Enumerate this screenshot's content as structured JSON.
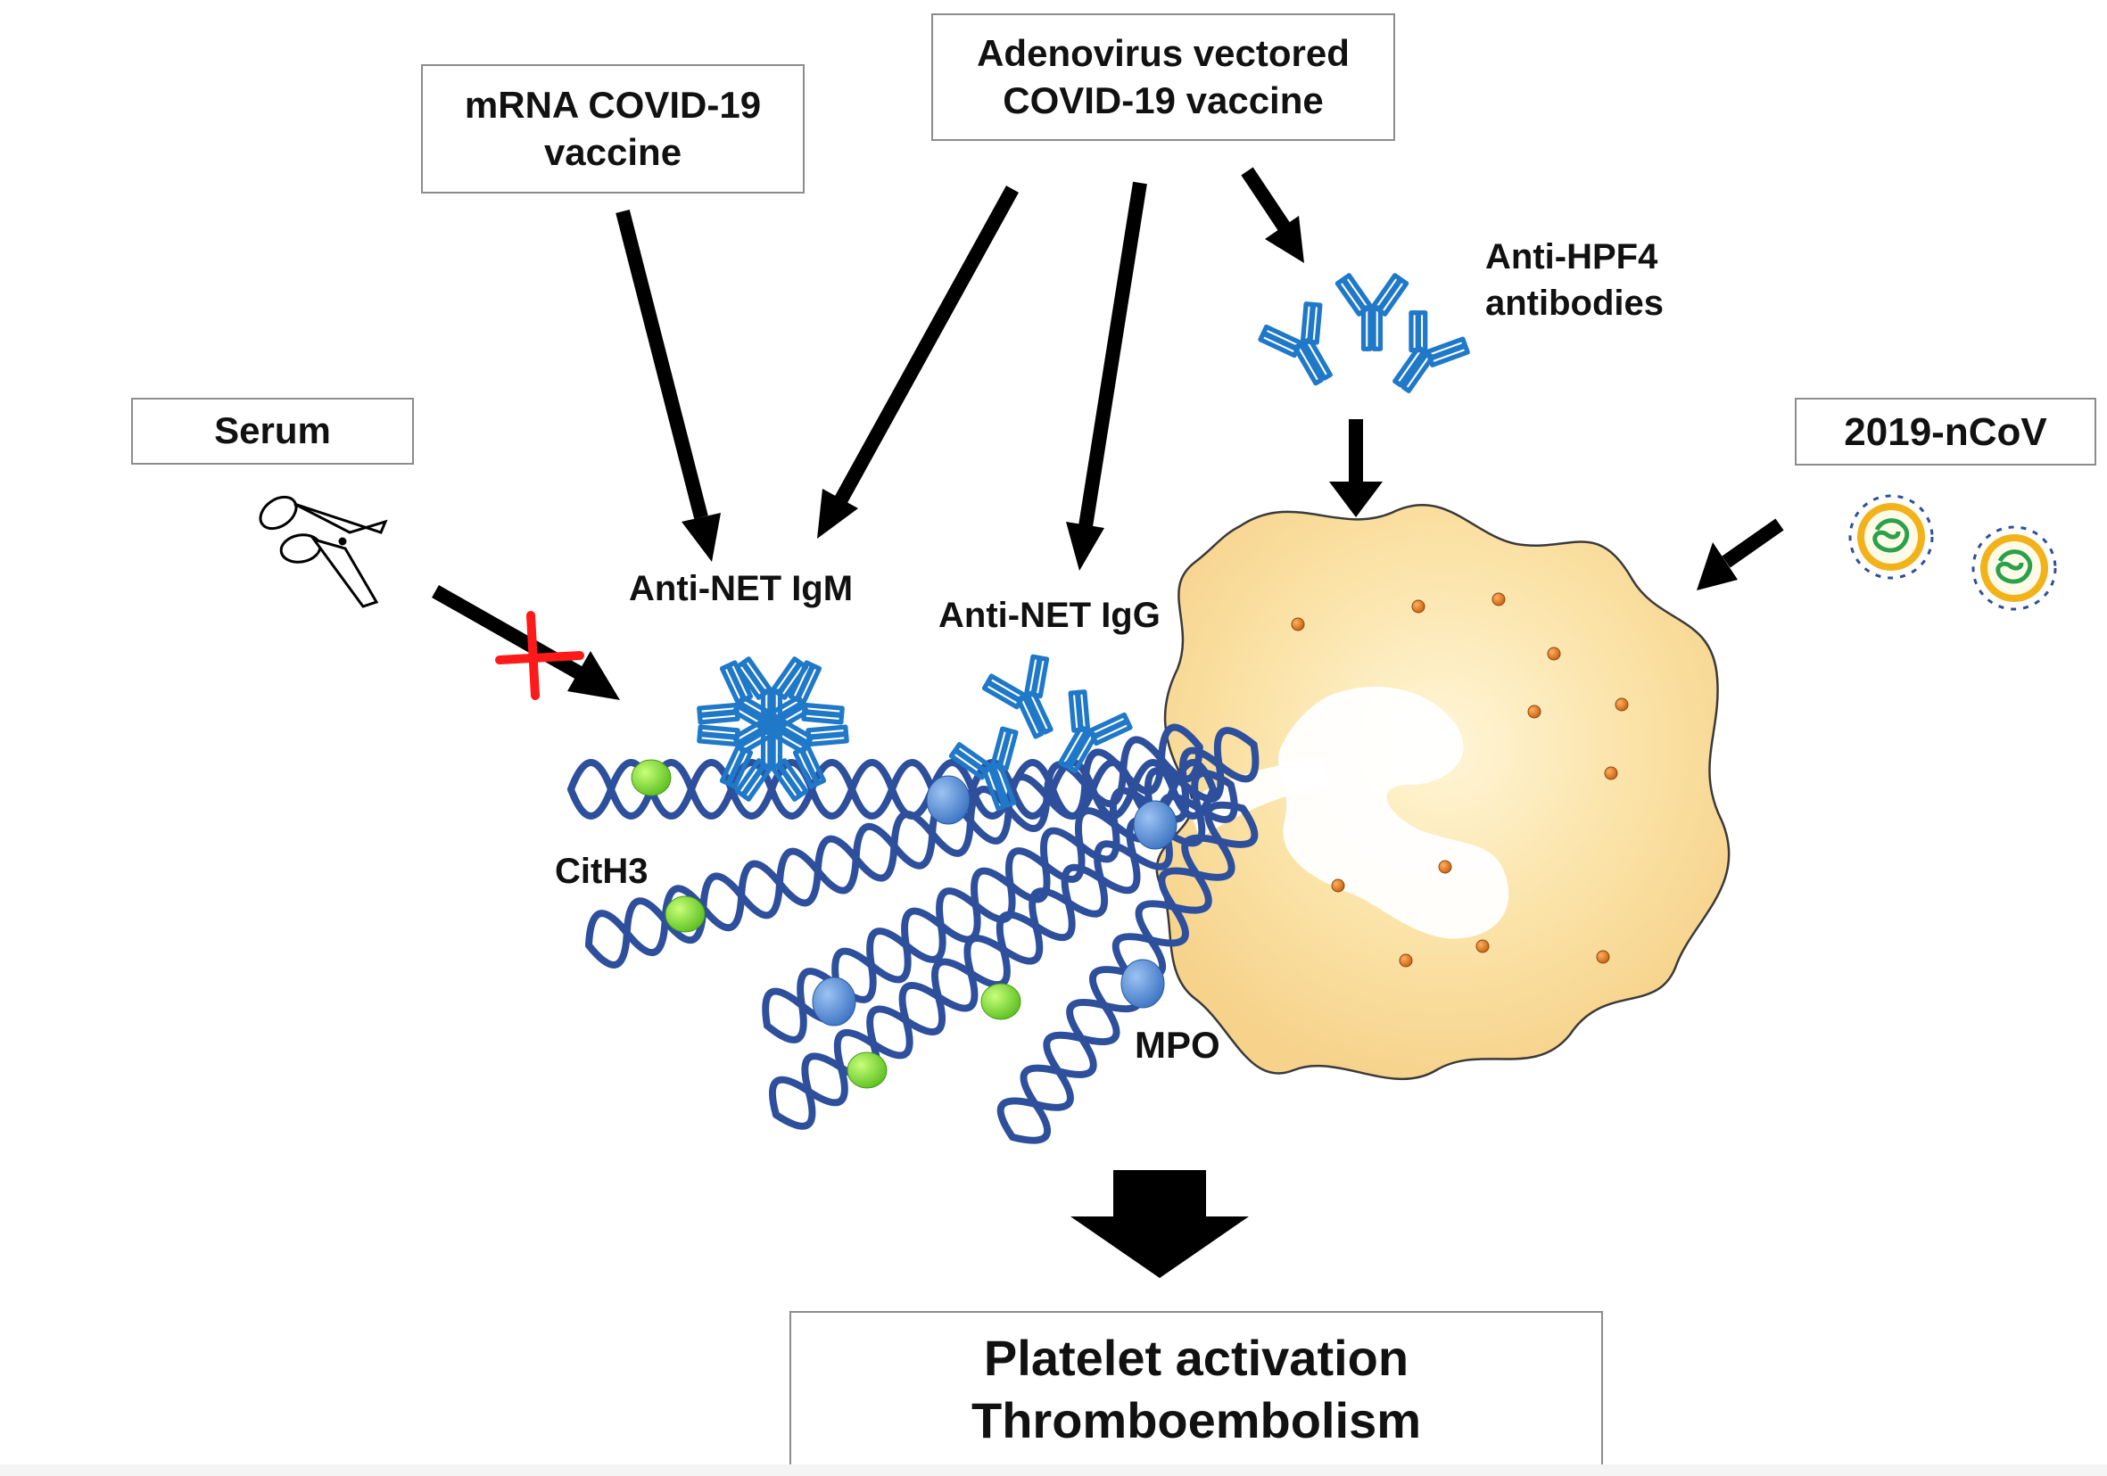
{
  "boxes": {
    "mrna_line1": "mRNA COVID-19",
    "mrna_line2": "vaccine",
    "adeno_line1": "Adenovirus vectored",
    "adeno_line2": "COVID-19 vaccine",
    "serum": "Serum",
    "ncov": "2019-nCoV",
    "outcome_line1": "Platelet activation",
    "outcome_line2": "Thromboembolism"
  },
  "labels": {
    "anti_hpf4_line1": "Anti-HPF4",
    "anti_hpf4_line2": "antibodies",
    "anti_net_igm": "Anti-NET IgM",
    "anti_net_igg": "Anti-NET IgG",
    "cith3": "CitH3",
    "mpo": "MPO"
  },
  "colors": {
    "arrow": "#000000",
    "antibody": "#1f78c8",
    "dna": "#2d4f9c",
    "cith3_bead": "#86e03a",
    "mpo_bead": "#4a89d6",
    "neutrophil_fill": "#f9dc9b",
    "granule": "#e07a1f",
    "cross": "#ff1a1a",
    "virus_ring": "#f2b21a"
  },
  "icons": [
    "scissors-icon",
    "red-cross-icon",
    "antibody-icon",
    "virus-icon",
    "neutrophil-cell"
  ]
}
